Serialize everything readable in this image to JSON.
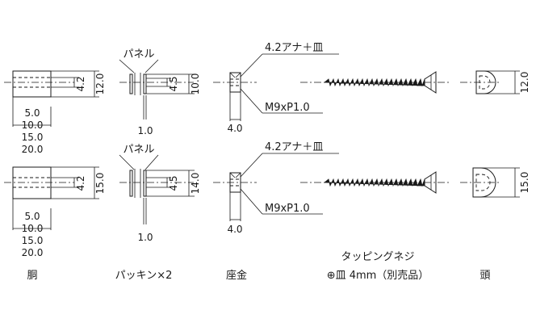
{
  "body_part": {
    "caption": "胴",
    "length_options": [
      "5.0",
      "10.0",
      "15.0",
      "20.0"
    ],
    "row1": {
      "inner_diameter": "4.2",
      "outer_diameter": "12.0"
    },
    "row2": {
      "inner_diameter": "4.2",
      "outer_diameter": "15.0"
    }
  },
  "packing": {
    "caption": "パッキン×2",
    "panel_label": "パネル",
    "thickness": "1.0",
    "row1": {
      "inner_diameter": "4.5",
      "outer_diameter": "10.0"
    },
    "row2": {
      "inner_diameter": "4.5",
      "outer_diameter": "14.0"
    }
  },
  "washer": {
    "caption": "座金",
    "hole_label": "4.2アナ＋皿",
    "thread_label": "M9xP1.0",
    "thickness": "4.0"
  },
  "screw": {
    "caption_line1": "タッピングネジ",
    "caption_line2": "⊕皿 4mm（別売品）"
  },
  "head": {
    "caption": "頭",
    "row1": {
      "diameter": "12.0"
    },
    "row2": {
      "diameter": "15.0"
    }
  }
}
